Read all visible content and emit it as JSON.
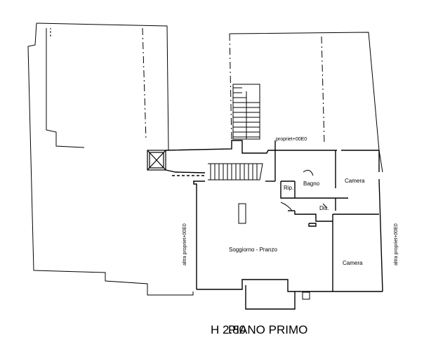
{
  "rooms": {
    "soggiorno": "Soggiorno - Pranzo",
    "bagno": "Bagno",
    "camera_top": "Camera",
    "camera_bottom": "Camera",
    "rip": "Rip.",
    "dis": "Dis."
  },
  "annotations": {
    "proprieta_top": "propriet+00E0",
    "altra_left": "altra propriet+00E0",
    "altra_right": "altra propriet+00E0"
  },
  "title": {
    "height": "H 2.80",
    "floor": "PIANO PRIMO"
  }
}
